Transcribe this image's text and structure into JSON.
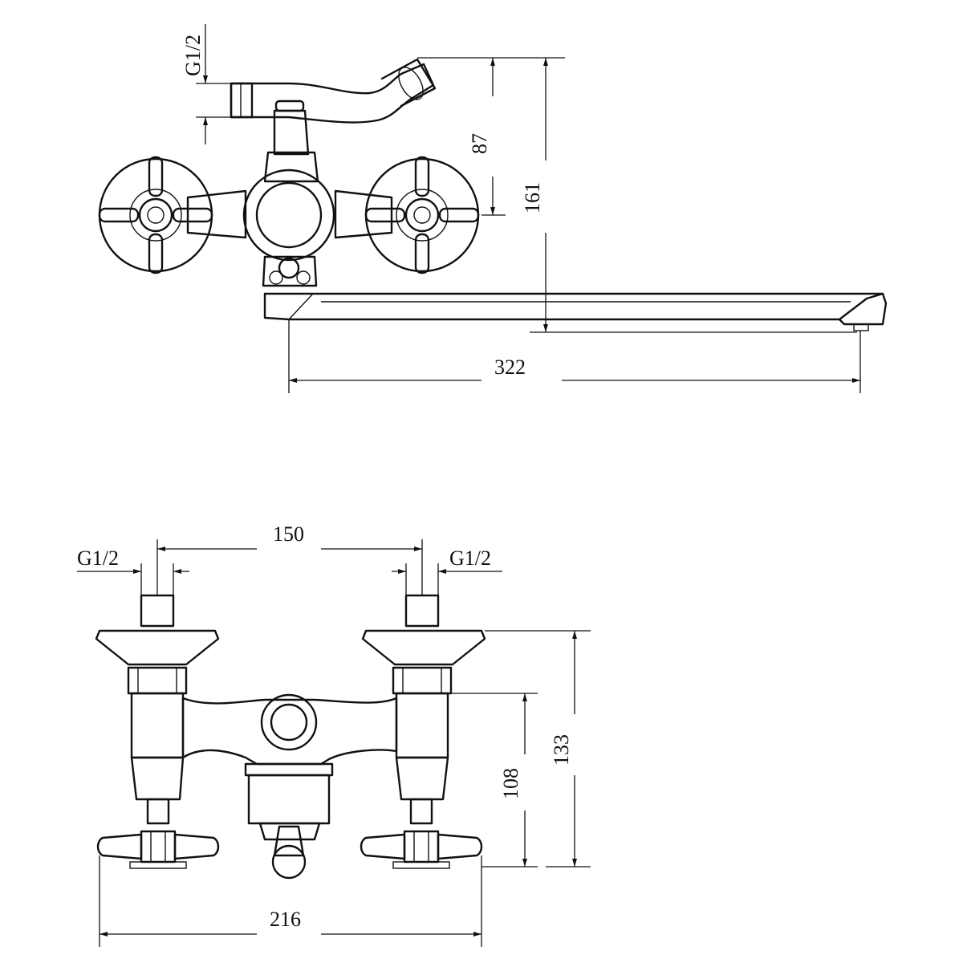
{
  "dimensions": {
    "top_thread": "G1/2",
    "height_87": "87",
    "height_161": "161",
    "spout_length": "322",
    "inlet_spacing": "150",
    "left_thread": "G1/2",
    "right_thread": "G1/2",
    "height_108": "108",
    "height_133": "133",
    "overall_width": "216"
  }
}
